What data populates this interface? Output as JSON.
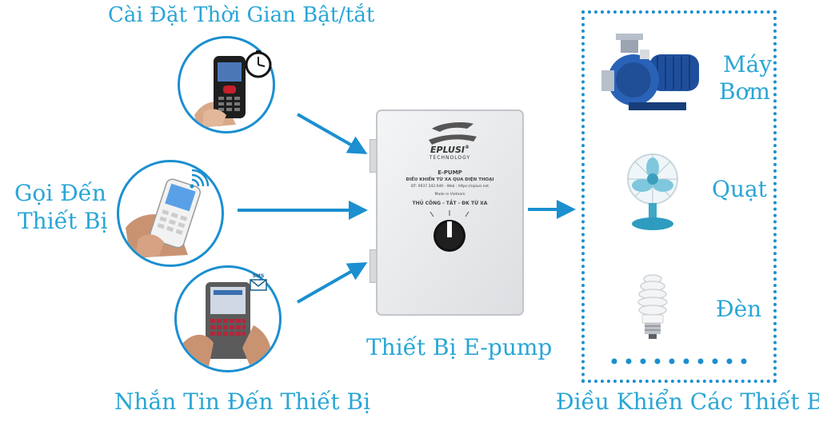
{
  "labels": {
    "timer": "Cài Đặt Thời Gian Bật/tắt",
    "call_line1": "Gọi Đến",
    "call_line2": "Thiết Bị",
    "sms": "Nhắn Tin Đến Thiết Bị",
    "device": "Thiết Bị E-pump",
    "control": "Điều Khiển Các Thiết Bị"
  },
  "appliances": {
    "pump_line1": "Máy",
    "pump_line2": "Bơm",
    "fan": "Quạt",
    "lamp": "Đèn"
  },
  "device_panel": {
    "brand": "EPLUSI",
    "brand_mark": "®",
    "brand_sub": "TECHNOLOGY",
    "model": "E-PUMP",
    "description": "ĐIỀU KHIỂN TỪ XA QUA ĐIỆN THOẠI",
    "contact": "ĐT: 0937.342.049 - Web : https://eplusi.net",
    "made_in": "Made in Vietnam",
    "modes": "THỦ CÔNG - TẮT - ĐK TỪ XA"
  },
  "sms_badge": "SMS",
  "colors": {
    "label": "#2aa6d6",
    "arrow": "#1b8fd0",
    "circle_border": "#1b8fd0"
  }
}
